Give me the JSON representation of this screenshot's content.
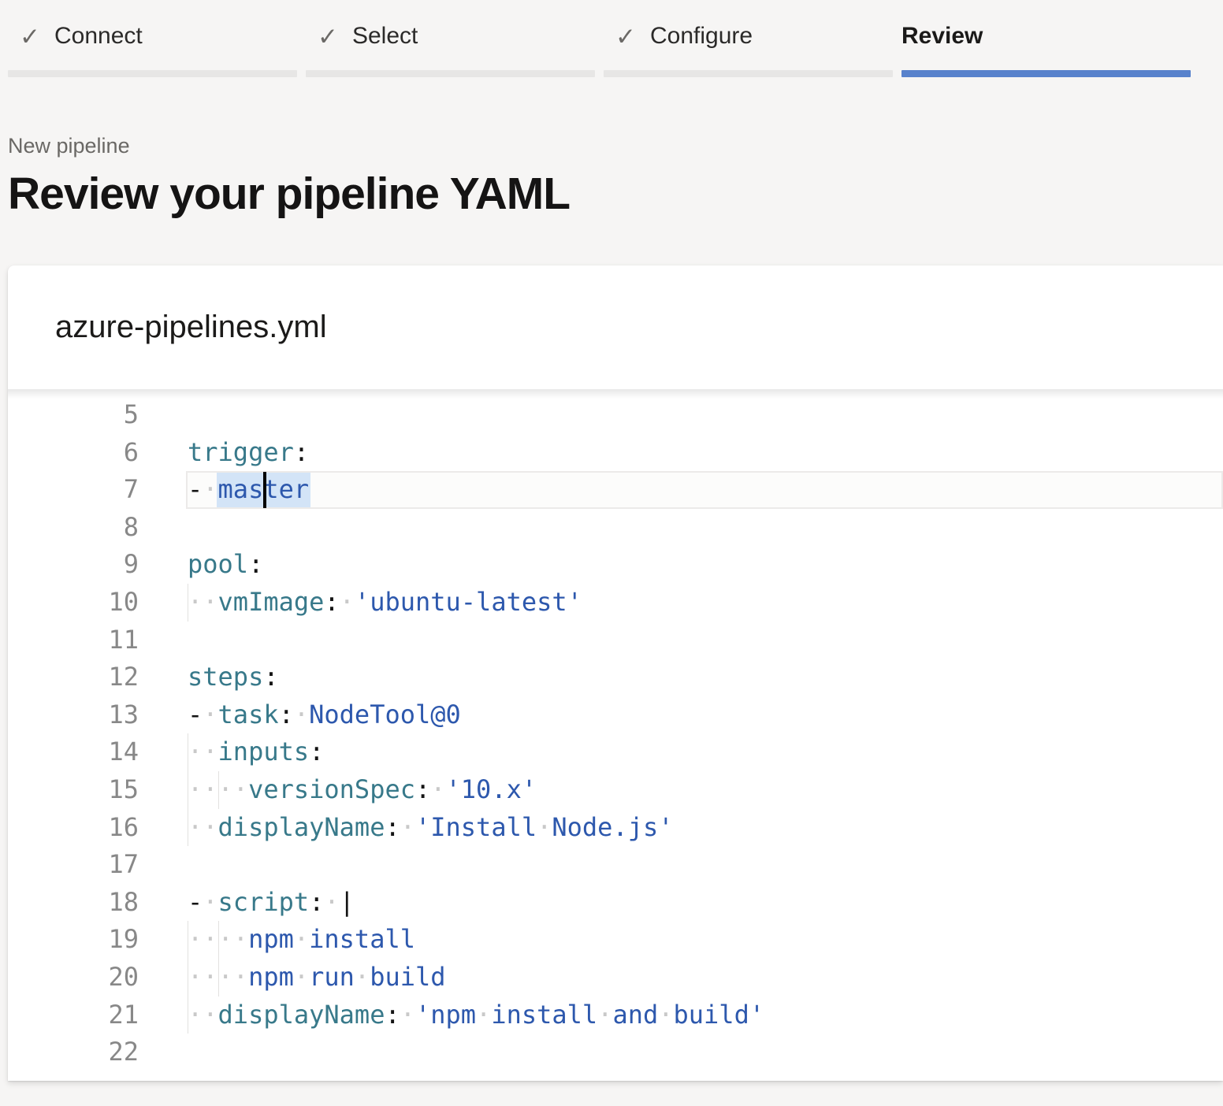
{
  "icons": {
    "check": "✓"
  },
  "colors": {
    "accent": "#5882cc",
    "step_bar": "#e7e6e5",
    "syntax_key": "#38798a",
    "syntax_value": "#2d58ad",
    "syntax_punct": "#141414",
    "whitespace_dot": "#c9c9c9",
    "line_number": "#888888",
    "selection": "#d3e4f7"
  },
  "stepper": {
    "steps": [
      {
        "label": "Connect",
        "state": "completed"
      },
      {
        "label": "Select",
        "state": "completed"
      },
      {
        "label": "Configure",
        "state": "completed"
      },
      {
        "label": "Review",
        "state": "active"
      }
    ]
  },
  "page": {
    "eyebrow": "New pipeline",
    "title": "Review your pipeline YAML"
  },
  "card": {
    "filename": "azure-pipelines.yml"
  },
  "editor": {
    "lines": [
      {
        "n": 5,
        "tokens": []
      },
      {
        "n": 6,
        "tokens": [
          {
            "t": "k",
            "x": "trigger"
          },
          {
            "t": "p",
            "x": ":"
          }
        ]
      },
      {
        "n": 7,
        "current": true,
        "selection": {
          "startCol": 2,
          "endCol": 8
        },
        "cursorCol": 5,
        "tokens": [
          {
            "t": "p",
            "x": "-"
          },
          {
            "t": "w",
            "x": " "
          },
          {
            "t": "s",
            "x": "master"
          }
        ]
      },
      {
        "n": 8,
        "tokens": []
      },
      {
        "n": 9,
        "tokens": [
          {
            "t": "k",
            "x": "pool"
          },
          {
            "t": "p",
            "x": ":"
          }
        ]
      },
      {
        "n": 10,
        "guides": [
          0
        ],
        "tokens": [
          {
            "t": "w",
            "x": "  "
          },
          {
            "t": "k",
            "x": "vmImage"
          },
          {
            "t": "p",
            "x": ":"
          },
          {
            "t": "w",
            "x": " "
          },
          {
            "t": "s",
            "x": "'ubuntu-latest'"
          }
        ]
      },
      {
        "n": 11,
        "tokens": []
      },
      {
        "n": 12,
        "tokens": [
          {
            "t": "k",
            "x": "steps"
          },
          {
            "t": "p",
            "x": ":"
          }
        ]
      },
      {
        "n": 13,
        "tokens": [
          {
            "t": "p",
            "x": "-"
          },
          {
            "t": "w",
            "x": " "
          },
          {
            "t": "k",
            "x": "task"
          },
          {
            "t": "p",
            "x": ":"
          },
          {
            "t": "w",
            "x": " "
          },
          {
            "t": "s",
            "x": "NodeTool@0"
          }
        ]
      },
      {
        "n": 14,
        "guides": [
          0
        ],
        "tokens": [
          {
            "t": "w",
            "x": "  "
          },
          {
            "t": "k",
            "x": "inputs"
          },
          {
            "t": "p",
            "x": ":"
          }
        ]
      },
      {
        "n": 15,
        "guides": [
          0,
          2
        ],
        "tokens": [
          {
            "t": "w",
            "x": "    "
          },
          {
            "t": "k",
            "x": "versionSpec"
          },
          {
            "t": "p",
            "x": ":"
          },
          {
            "t": "w",
            "x": " "
          },
          {
            "t": "s",
            "x": "'10.x'"
          }
        ]
      },
      {
        "n": 16,
        "guides": [
          0
        ],
        "tokens": [
          {
            "t": "w",
            "x": "  "
          },
          {
            "t": "k",
            "x": "displayName"
          },
          {
            "t": "p",
            "x": ":"
          },
          {
            "t": "w",
            "x": " "
          },
          {
            "t": "s",
            "x": "'Install Node.js'"
          }
        ]
      },
      {
        "n": 17,
        "tokens": []
      },
      {
        "n": 18,
        "tokens": [
          {
            "t": "p",
            "x": "-"
          },
          {
            "t": "w",
            "x": " "
          },
          {
            "t": "k",
            "x": "script"
          },
          {
            "t": "p",
            "x": ":"
          },
          {
            "t": "w",
            "x": " "
          },
          {
            "t": "p",
            "x": "|"
          }
        ]
      },
      {
        "n": 19,
        "guides": [
          0,
          2
        ],
        "tokens": [
          {
            "t": "w",
            "x": "    "
          },
          {
            "t": "s",
            "x": "npm install"
          }
        ]
      },
      {
        "n": 20,
        "guides": [
          0,
          2
        ],
        "tokens": [
          {
            "t": "w",
            "x": "    "
          },
          {
            "t": "s",
            "x": "npm run build"
          }
        ]
      },
      {
        "n": 21,
        "guides": [
          0
        ],
        "tokens": [
          {
            "t": "w",
            "x": "  "
          },
          {
            "t": "k",
            "x": "displayName"
          },
          {
            "t": "p",
            "x": ":"
          },
          {
            "t": "w",
            "x": " "
          },
          {
            "t": "s",
            "x": "'npm install and build'"
          }
        ]
      },
      {
        "n": 22,
        "tokens": []
      }
    ]
  }
}
